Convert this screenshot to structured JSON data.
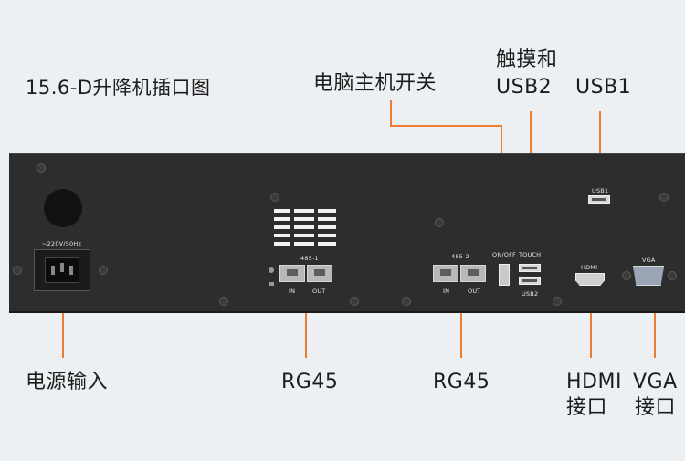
{
  "title": "15.6-D升降机插口图",
  "callouts": {
    "power_switch": "电脑主机开关",
    "touch_usb2_line1": "触摸和",
    "touch_usb2_line2": "USB2",
    "usb1": "USB1",
    "power_input": "电源输入",
    "rg45_a": "RG45",
    "rg45_b": "RG45",
    "hdmi_line1": "HDMI",
    "hdmi_line2": "接口",
    "vga_line1": "VGA",
    "vga_line2": "接口"
  },
  "panel_labels": {
    "voltage": "~220V/50Hz",
    "port_485_1": "485-1",
    "port_485_2": "485-2",
    "in_1": "IN",
    "out_1": "OUT",
    "in_2": "IN",
    "out_2": "OUT",
    "on_off": "ON/OFF",
    "touch": "TOUCH",
    "usb2": "USB2",
    "usb1": "USB1",
    "hdmi": "HDMI",
    "vga": "VGA"
  },
  "colors": {
    "background": "#edf0f3",
    "panel": "#2d2d2d",
    "leader_line": "#ee7d34"
  }
}
